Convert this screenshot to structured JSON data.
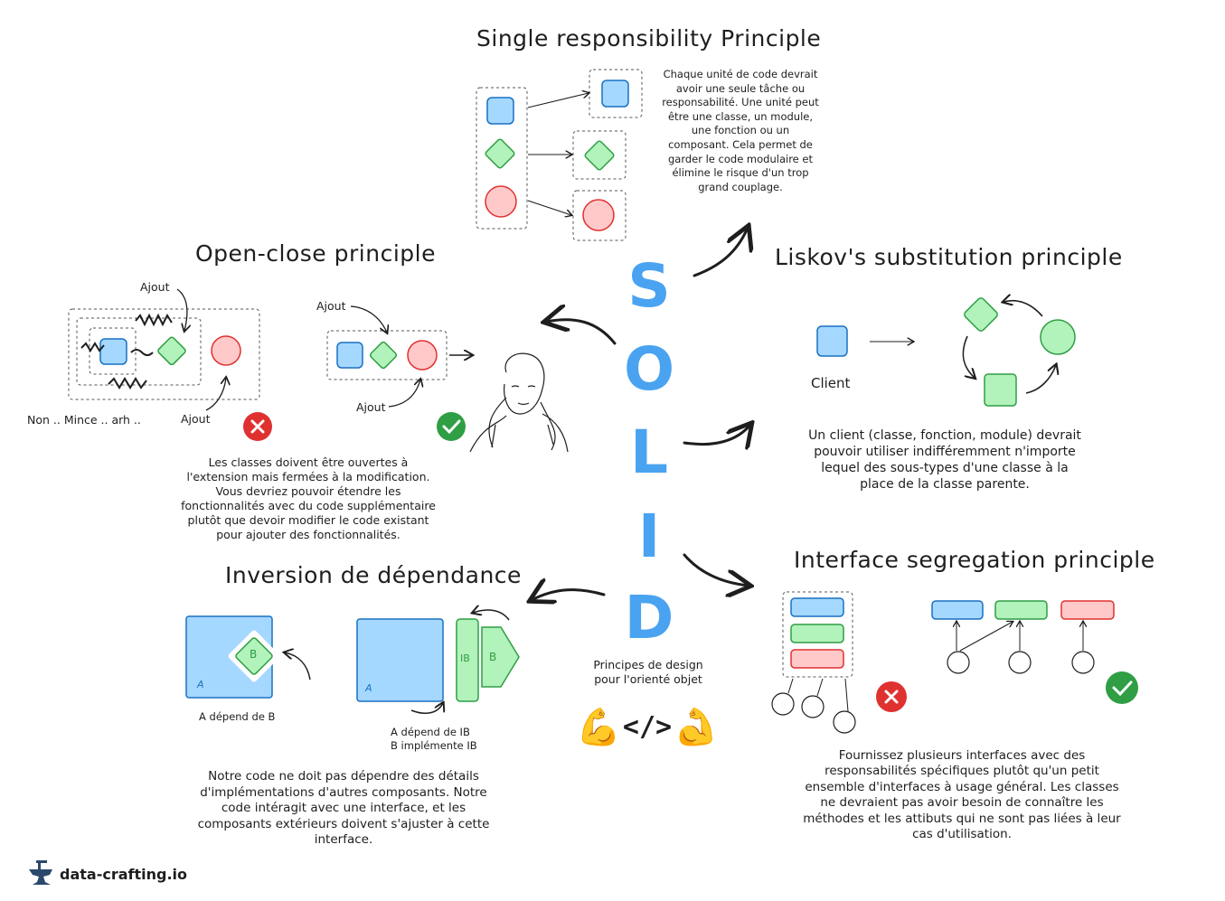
{
  "letters": [
    "S",
    "O",
    "L",
    "I",
    "D"
  ],
  "center_caption": "Principes de design pour l'orienté objet",
  "center_emoji": {
    "left": "💪",
    "code": "</>",
    "right": "💪"
  },
  "srp": {
    "title": "Single responsibility Principle",
    "description": "Chaque unité de code devrait avoir une seule tâche ou responsabilité. Une unité peut être une classe, un module, une fonction ou un composant. Cela permet de garder le code modulaire et élimine le risque d'un trop grand couplage."
  },
  "ocp": {
    "title": "Open-close principle",
    "ajout_labels": [
      "Ajout",
      "Ajout",
      "Ajout",
      "Ajout"
    ],
    "bad_caption": "Non .. Mince .. arh ..",
    "description": "Les classes doivent être ouvertes à l'extension mais fermées à la modification. Vous devriez pouvoir étendre les fonctionnalités avec du code supplémentaire plutôt que devoir modifier le code existant pour ajouter des fonctionnalités."
  },
  "lsp": {
    "title": "Liskov's substitution principle",
    "client_label": "Client",
    "description": "Un client (classe, fonction, module) devrait pouvoir utiliser indifféremment n'importe lequel des sous-types d'une classe à la place de la classe parente."
  },
  "isp": {
    "title": "Interface segregation principle",
    "description": "Fournissez plusieurs interfaces avec des responsabilités spécifiques plutôt qu'un petit ensemble d'interfaces à usage général. Les classes ne devraient pas avoir besoin de connaître les méthodes et les attibuts qui ne sont pas liées à leur cas d'utilisation."
  },
  "dip": {
    "title": "Inversion de dépendance",
    "box_a": "A",
    "box_b": "B",
    "box_ib": "IB",
    "caption_left": "A dépend de B",
    "caption_right_line1": "A dépend de IB",
    "caption_right_line2": "B implémente IB",
    "description": "Notre code ne doit pas dépendre des détails d'implémentations d'autres composants. Notre code intéragit avec une interface, et les composants extérieurs doivent s'ajuster à cette interface."
  },
  "brand": {
    "name": "data-crafting.io"
  },
  "colors": {
    "blue_fill": "#a5d8ff",
    "blue_stroke": "#1971c2",
    "green_fill": "#b2f2bb",
    "green_stroke": "#2f9e44",
    "red_fill": "#ffc9c9",
    "red_stroke": "#e03131",
    "letter_blue": "#4aa3f0"
  }
}
